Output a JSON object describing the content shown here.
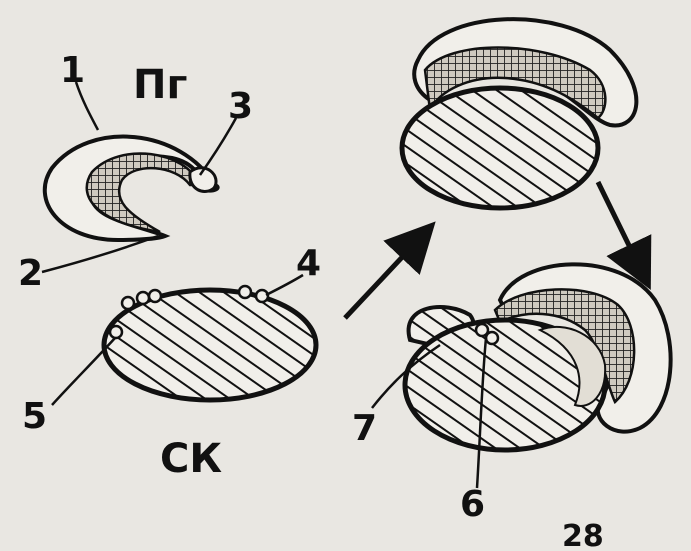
{
  "figure": {
    "title_top": "Пг",
    "title_bottom": "СК",
    "page_number": "28"
  },
  "labels": {
    "l1": "1",
    "l2": "2",
    "l3": "3",
    "l4": "4",
    "l5": "5",
    "l6": "6",
    "l7": "7"
  },
  "colors": {
    "paper": "#e9e7e2",
    "ink": "#111111"
  }
}
